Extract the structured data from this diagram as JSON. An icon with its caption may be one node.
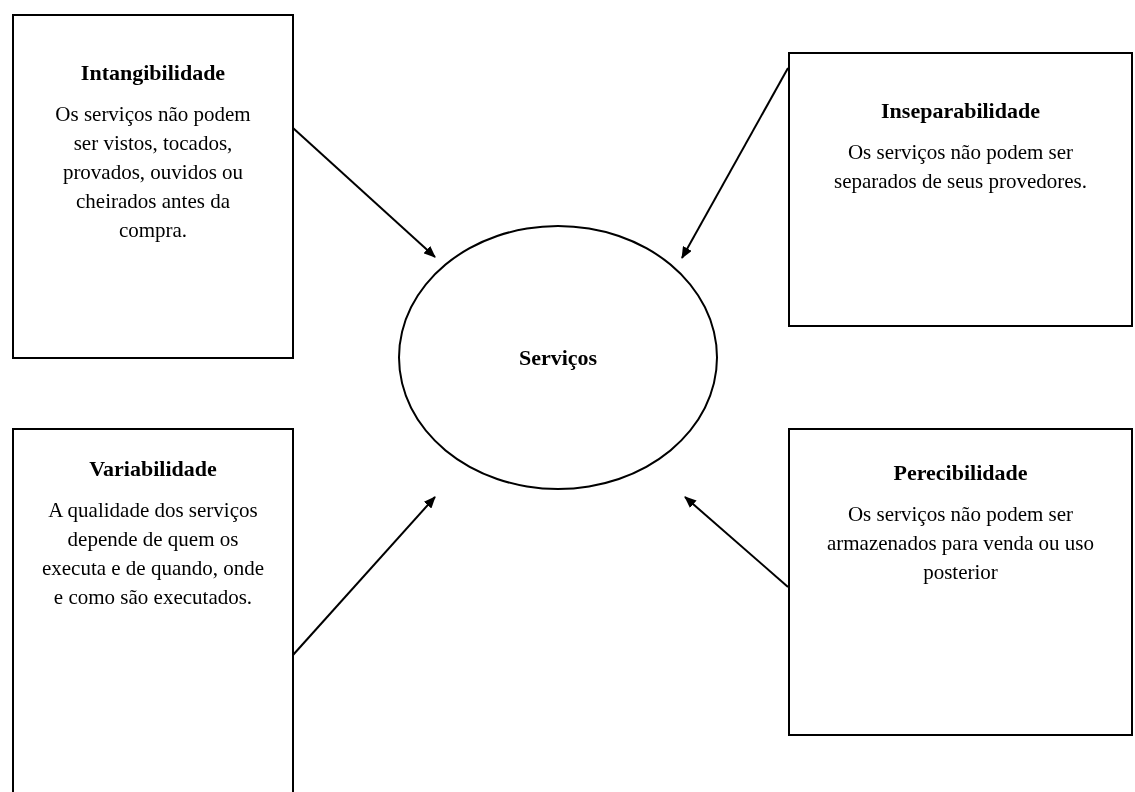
{
  "diagram": {
    "nodes": [
      {
        "text": [
          "Intangibilidade",
          "Os serviços não podem ser vistos, tocados, provados, ouvidos ou cheirados antes da compra."
        ]
      },
      {
        "text": [
          "Inseparabilidade",
          "Os serviços não podem ser separados de seus provedores."
        ]
      },
      {
        "text": [
          "Serviços"
        ]
      },
      {
        "text": [
          "Variabilidade",
          "A qualidade dos serviços depende de quem os executa e de quando, onde e como são executados."
        ]
      },
      {
        "text": [
          "Perecibilidade",
          "Os serviços não podem ser armazenados para venda ou uso posterior"
        ]
      }
    ],
    "edges": [
      {
        "from": 0,
        "to": 2,
        "arrow": "to"
      },
      {
        "from": 1,
        "to": 2,
        "arrow": "to"
      },
      {
        "from": 3,
        "to": 2,
        "arrow": "to"
      },
      {
        "from": 4,
        "to": 2,
        "arrow": "to"
      }
    ]
  }
}
